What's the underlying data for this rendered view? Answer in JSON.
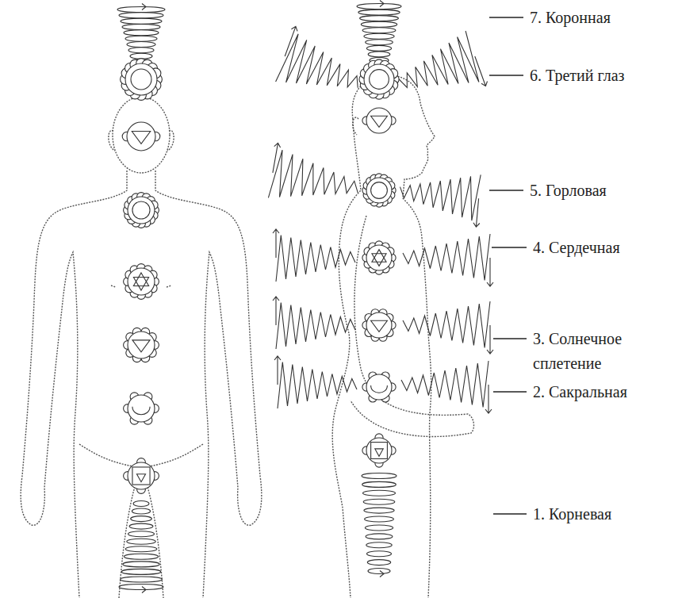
{
  "diagram": {
    "labels": [
      "7. Коронная",
      "6. Третий глаз",
      "5. Горловая",
      "4. Сердечная",
      "3. Солнечное сплетение",
      "2. Сакральная",
      "1. Корневая"
    ]
  }
}
